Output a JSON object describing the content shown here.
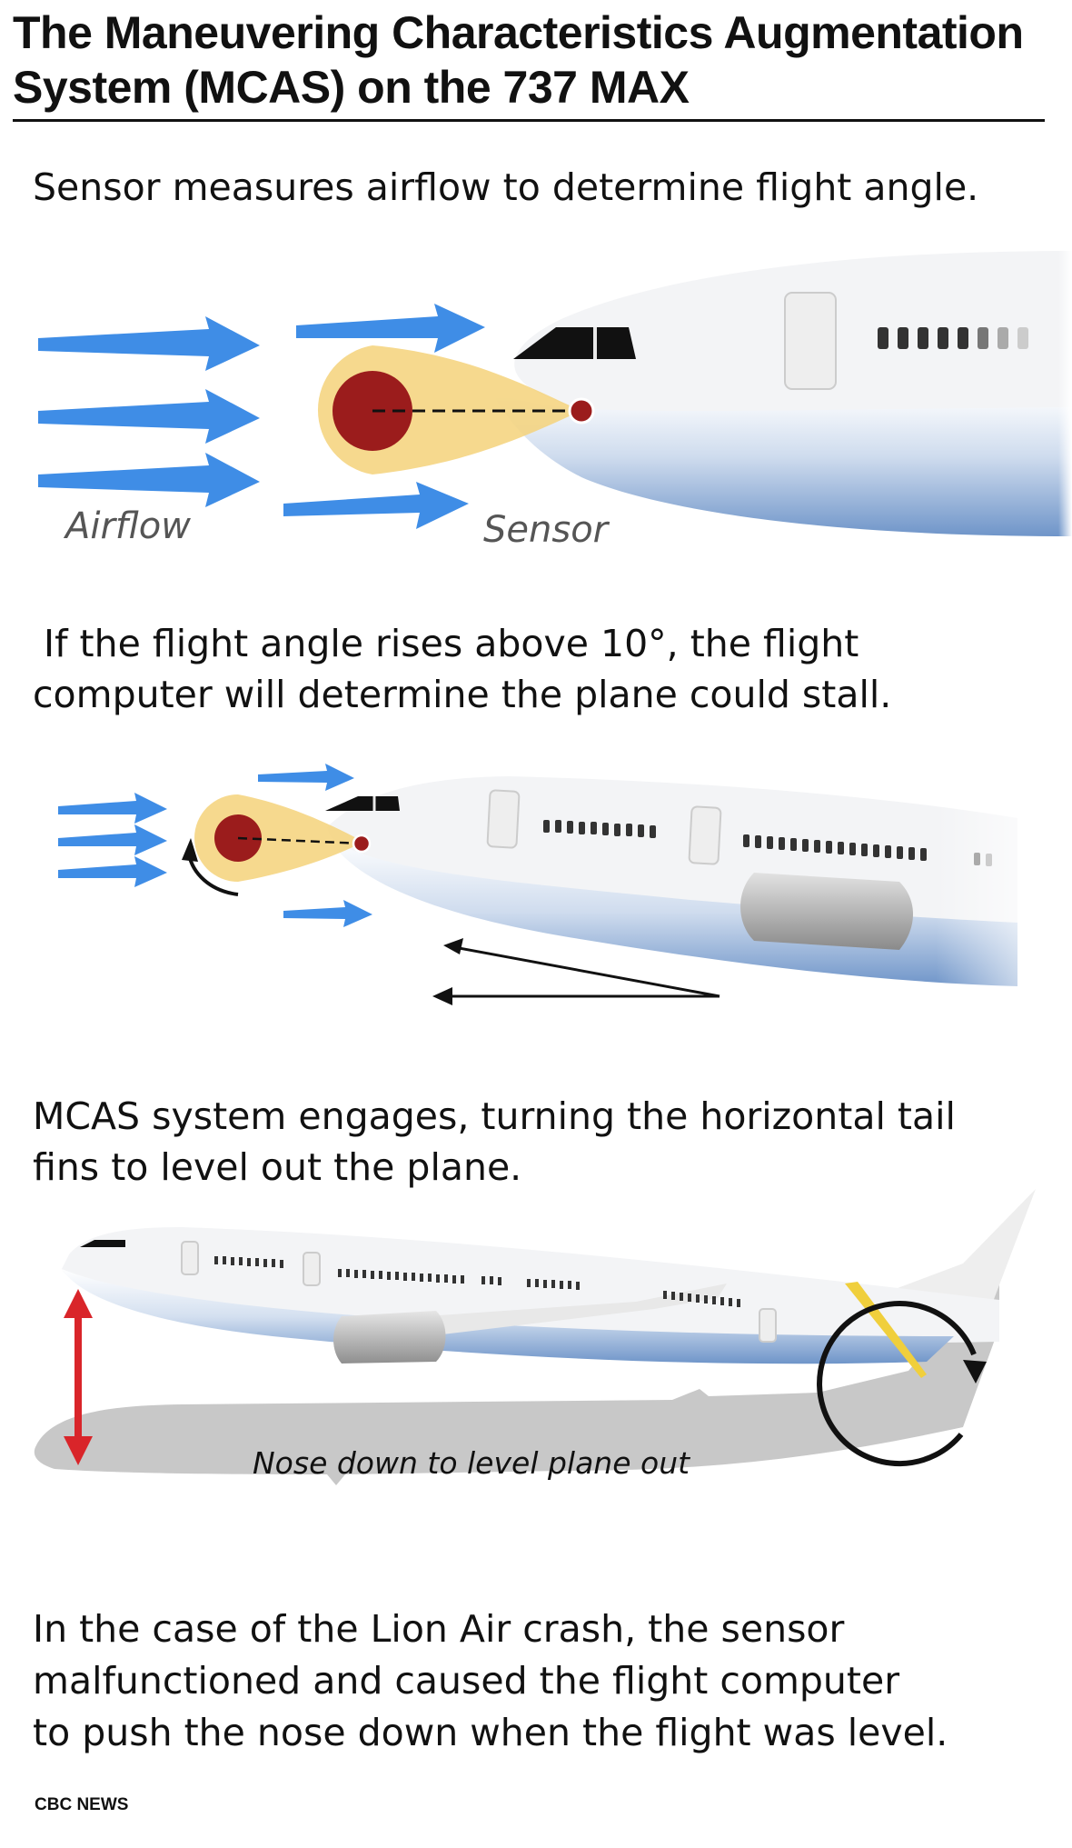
{
  "title": {
    "line1": "The Maneuvering Characteristics Augmentation",
    "line2": "System (MCAS) on the 737 MAX"
  },
  "steps": [
    {
      "caption": "Sensor measures airflow to determine flight angle."
    },
    {
      "caption_line1": "If the flight angle rises above 10°, the flight",
      "caption_line2": "computer will determine the plane could stall."
    },
    {
      "caption_line1": "MCAS system engages, turning the horizontal tail",
      "caption_line2": "fins to level out the plane."
    },
    {
      "caption_line1": "In the case of the Lion Air crash, the sensor",
      "caption_line2": "malfunctioned and caused the flight computer",
      "caption_line3": "to push the nose down when the flight was level."
    }
  ],
  "labels": {
    "airflow": "Airflow",
    "sensor": "Sensor",
    "nose_down": "Nose down to level plane out"
  },
  "source": "CBC NEWS",
  "colors": {
    "airflow_arrow": "#3f8de6",
    "sensor_red": "#9b1c1c",
    "sensor_glow": "#f4d27a",
    "fuselage_belly": "#6f95c9",
    "tail_indicator": "#f0cf3c",
    "nose_arrow": "#d9252a",
    "shadow": "#c8c8c8"
  },
  "icons": [
    "airflow-arrow-icon",
    "sensor-dot-icon",
    "rotation-arrow-icon",
    "circular-arrow-icon",
    "double-arrow-icon"
  ]
}
